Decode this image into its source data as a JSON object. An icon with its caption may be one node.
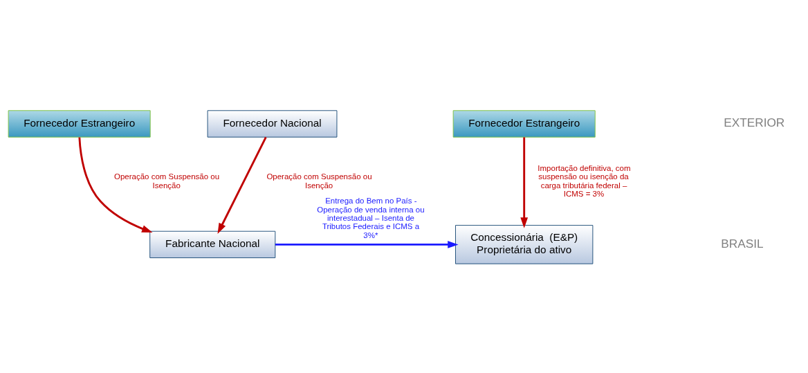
{
  "diagram": {
    "nodes": [
      {
        "text": [
          "Fornecedor Estrangeiro"
        ]
      },
      {
        "text": [
          "Fornecedor Estrangeiro"
        ]
      },
      {
        "text": [
          "Fabricante Nacional"
        ]
      },
      {
        "text": [
          "Concessionária  (E&P) Proprietária do ativo"
        ]
      },
      {
        "text": [
          "Fornecedor Nacional"
        ]
      }
    ],
    "edges": [
      {
        "from": 0,
        "to": 2,
        "arrow": "to",
        "label": "Operação com Suspensão ou Isenção"
      },
      {
        "from": 1,
        "to": 3,
        "arrow": "to",
        "label": "Importação definitiva, com suspensão ou isenção da carga tributária federal – ICMS = 3%"
      },
      {
        "from": 4,
        "to": 2,
        "arrow": "to",
        "label": "Operação com Suspensão ou Isenção"
      },
      {
        "from": 2,
        "to": 3,
        "arrow": "to",
        "label": "Entrega do Bem no País - Operação de venda interna ou interestadual – Isenta de Tributos Federais e ICMS a 3%*",
        "color": "#1a1aff"
      }
    ],
    "labels": [
      "EXTERIOR",
      "BRASIL"
    ]
  }
}
